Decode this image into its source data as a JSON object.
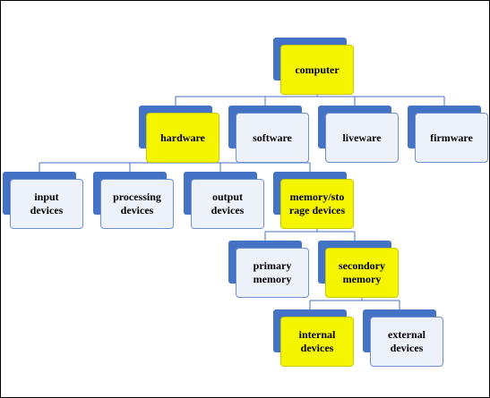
{
  "diagram": {
    "colors": {
      "back": "#4472C4",
      "front": "#EDF1FA",
      "highlight": "#F5F500",
      "connector": "#4472C4"
    },
    "nodes": {
      "computer": {
        "label": "computer",
        "highlighted": true
      },
      "hardware": {
        "label": "hardware",
        "highlighted": true
      },
      "software": {
        "label": "software",
        "highlighted": false
      },
      "liveware": {
        "label": "liveware",
        "highlighted": false
      },
      "firmware": {
        "label": "firmware",
        "highlighted": false
      },
      "input_devices": {
        "label": "input\ndevices",
        "highlighted": false
      },
      "processing_devices": {
        "label": "processing\ndevices",
        "highlighted": false
      },
      "output_devices": {
        "label": "output\ndevices",
        "highlighted": false
      },
      "memory_storage_devices": {
        "label": "memory/sto\nrage devices",
        "highlighted": true
      },
      "primary_memory": {
        "label": "primary\nmemory",
        "highlighted": false
      },
      "secondary_memory": {
        "label": "secondory\nmemory",
        "highlighted": true
      },
      "internal_devices": {
        "label": "internal\ndevices",
        "highlighted": true
      },
      "external_devices": {
        "label": "external\ndevices",
        "highlighted": false
      }
    },
    "edges": [
      [
        "computer",
        "hardware"
      ],
      [
        "computer",
        "software"
      ],
      [
        "computer",
        "liveware"
      ],
      [
        "computer",
        "firmware"
      ],
      [
        "hardware",
        "input_devices"
      ],
      [
        "hardware",
        "processing_devices"
      ],
      [
        "hardware",
        "output_devices"
      ],
      [
        "hardware",
        "memory_storage_devices"
      ],
      [
        "memory_storage_devices",
        "primary_memory"
      ],
      [
        "memory_storage_devices",
        "secondary_memory"
      ],
      [
        "secondary_memory",
        "internal_devices"
      ],
      [
        "secondary_memory",
        "external_devices"
      ]
    ]
  }
}
